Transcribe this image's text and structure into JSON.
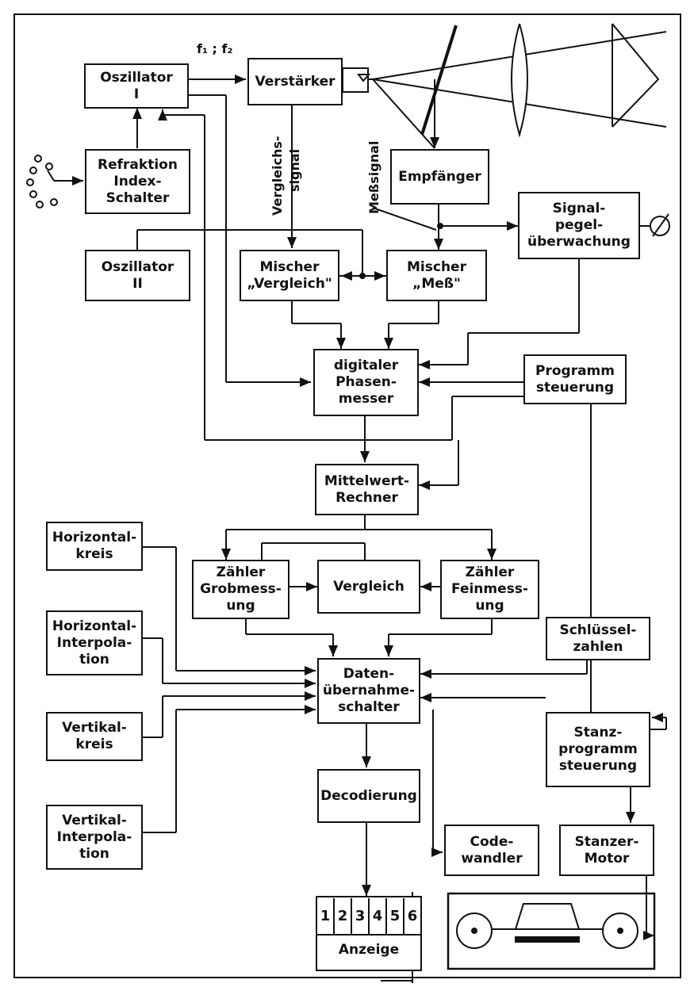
{
  "freq_label": "f₁ ; f₂",
  "vergleichssignal": "Vergleichs-",
  "vergleichssignal_2": "signal",
  "messsignal": "Meßsignal",
  "oszillator1": [
    "Oszillator",
    "I"
  ],
  "verstaerker": [
    "Verstärker"
  ],
  "refraktion": [
    "Refraktion",
    "Index-",
    "Schalter"
  ],
  "empfaenger": [
    "Empfänger"
  ],
  "signalpegel": [
    "Signal-",
    "pegel-",
    "überwachung"
  ],
  "oszillator2": [
    "Oszillator",
    "II"
  ],
  "mischer_vergleich": [
    "Mischer",
    "„Vergleich\""
  ],
  "mischer_mess": [
    "Mischer",
    "„Meß\""
  ],
  "phasenmesser": [
    "digitaler",
    "Phasen-",
    "messer"
  ],
  "programmsteuerung": [
    "Programm",
    "steuerung"
  ],
  "mittelwert": [
    "Mittelwert-",
    "Rechner"
  ],
  "horizontalkreis": [
    "Horizontal-",
    "kreis"
  ],
  "zaehler_grob": [
    "Zähler",
    "Grobmess-",
    "ung"
  ],
  "vergleich": [
    "Vergleich"
  ],
  "zaehler_fein": [
    "Zähler",
    "Feinmess-",
    "ung"
  ],
  "horizontal_interp": [
    "Horizontal-",
    "Interpola-",
    "tion"
  ],
  "schluessel": [
    "Schlüssel-",
    "zahlen"
  ],
  "datenuebernahme": [
    "Daten-",
    "übernahme-",
    "schalter"
  ],
  "vertikalkreis": [
    "Vertikal-",
    "kreis"
  ],
  "stanzprogramm": [
    "Stanz-",
    "programm",
    "steuerung"
  ],
  "decodierung": [
    "Decodierung"
  ],
  "vertikal_interp": [
    "Vertikal-",
    "Interpola-",
    "tion"
  ],
  "codewandler": [
    "Code-",
    "wandler"
  ],
  "stanzermotor": [
    "Stanzer-",
    "Motor"
  ],
  "anzeige_digits": [
    "1",
    "2",
    "3",
    "4",
    "5",
    "6"
  ],
  "anzeige_label": "Anzeige"
}
